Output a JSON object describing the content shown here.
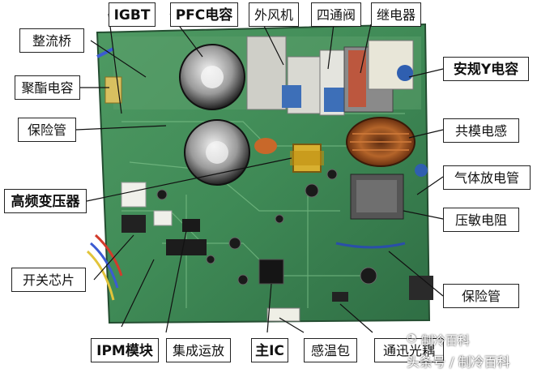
{
  "labels": {
    "igbt": "IGBT",
    "pfc_cap": "PFC电容",
    "outdoor_fan": "外风机",
    "four_way_valve": "四通阀",
    "relay": "继电器",
    "bridge": "整流桥",
    "polyester_cap": "聚酯电容",
    "fuse_left": "保险管",
    "hf_transformer": "高频变压器",
    "switch_chip": "开关芯片",
    "ipm_module": "IPM模块",
    "op_amp": "集成运放",
    "main_ic": "主IC",
    "temp_sensor": "感温包",
    "optocoupler": "通迅光耦",
    "y_cap": "安规Y电容",
    "cm_inductor": "共模电感",
    "gas_discharge": "气体放电管",
    "varistor": "压敏电阻",
    "fuse_right": "保险管"
  },
  "watermark": {
    "line1": "制冷百科",
    "line2": "头条号 / 制冷百科"
  },
  "colors": {
    "pcb": "#3f8a56",
    "pcb_light": "#6fae78",
    "background": "#ffffff",
    "label_border": "#222222"
  }
}
